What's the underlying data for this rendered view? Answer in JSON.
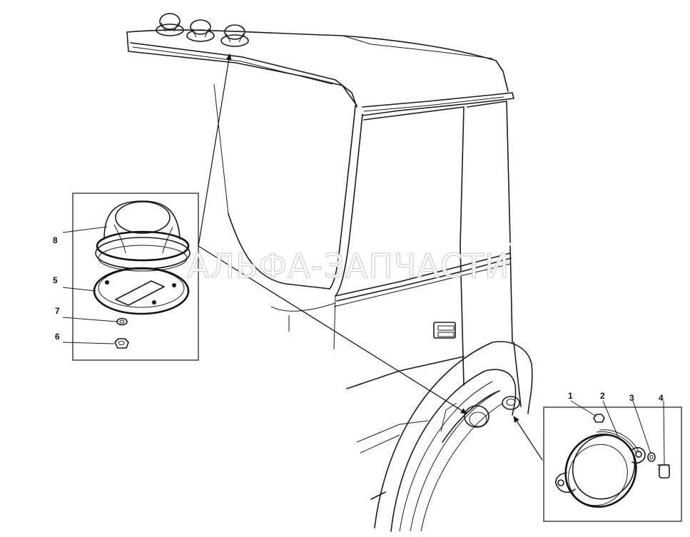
{
  "watermark": "АЛЬФА-ЗАПЧАСТИ",
  "callouts": {
    "left": [
      {
        "label": "8"
      },
      {
        "label": "5"
      },
      {
        "label": "7"
      },
      {
        "label": "6"
      }
    ],
    "right": [
      {
        "label": "1"
      },
      {
        "label": "2"
      },
      {
        "label": "3"
      },
      {
        "label": "4"
      }
    ]
  }
}
